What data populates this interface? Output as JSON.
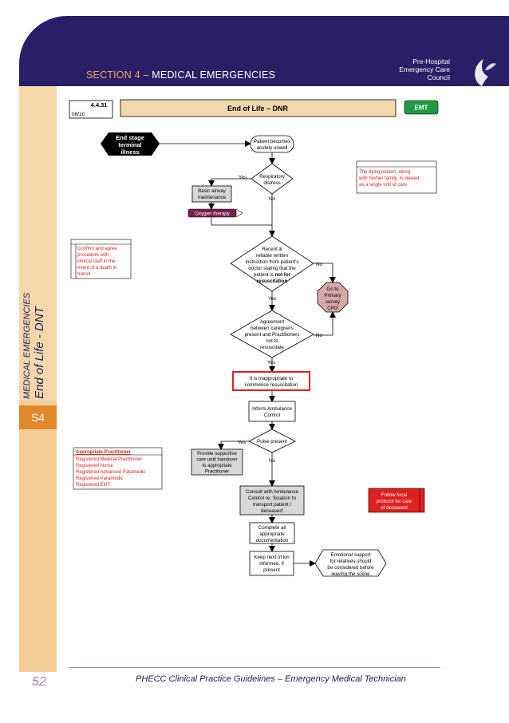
{
  "header": {
    "section_prefix": "SECTION 4",
    "separator": " – ",
    "section_title": "MEDICAL EMERGENCIES",
    "council_lines": [
      "Pre-Hospital",
      "Emergency Care",
      "Council"
    ]
  },
  "sidebar": {
    "category": "MEDICAL EMERGENCIES",
    "topic": "End of Life - DNT",
    "section_code": "S4"
  },
  "title_bar": {
    "cpg_number": "4.4.31",
    "date": "06/10",
    "title": "End of Life – DNR",
    "level": "EMT"
  },
  "nodes": {
    "start": [
      "End stage",
      "terminal",
      "illness"
    ],
    "acutely_unwell": [
      "Patient becomes",
      "acutely unwell"
    ],
    "resp_distress": [
      "Respiratory",
      "distress"
    ],
    "airway": [
      "Basic airway",
      "maintenance"
    ],
    "oxygen": "Oxygen therapy",
    "instruction": [
      "Recent &",
      "reliable written",
      "instruction from patient's",
      "doctor stating that the",
      "patient is "
    ],
    "instruction_bold": [
      "not for",
      "resuscitation"
    ],
    "primary_survey": [
      "Go to",
      "Primary",
      "survey",
      "CPG"
    ],
    "agreement": [
      "Agreement",
      "between caregivers",
      "present and Practitioners",
      "not to",
      "resuscitate"
    ],
    "inappropriate": [
      "It is inappropriate to",
      "commence resuscitation"
    ],
    "inform_control": [
      "Inform Ambulance",
      "Control"
    ],
    "pulse": "Pulse present",
    "supportive_care": [
      "Provide supportive",
      "care until handover",
      "to appropriate",
      "Practitioner"
    ],
    "consult": [
      "Consult with Ambulance",
      "Control re; 'location to",
      "transport patient /",
      "deceased'"
    ],
    "documentation": [
      "Complete all",
      "appropriate",
      "documentation"
    ],
    "next_of_kin": [
      "Keep next of kin",
      "informed, if",
      "present"
    ],
    "emotional_support": [
      "Emotional support",
      "for relatives should",
      "be considered before",
      "leaving the scene"
    ]
  },
  "labels": {
    "yes": "Yes",
    "no": "No"
  },
  "notes": {
    "family": [
      "The dying patient, along",
      "with his/her family, is viewed",
      "as a single unit of care"
    ],
    "confirm": [
      "Confirm and agree",
      "procedure with",
      "clinical staff in the",
      "event of a death in",
      "transit"
    ],
    "practitioner_title": "Appropriate Practitioner",
    "practitioner_list": [
      "Registered Medical Practitioner",
      "Registered Nurse",
      "Registered Advanced Paramedic",
      "Registered Paramedic",
      "Registered EMT"
    ],
    "local_protocol": [
      "Follow local",
      "protocol for care",
      "of deceased"
    ]
  },
  "footer": {
    "page_number": "52",
    "text": "PHECC Clinical Practice Guidelines – Emergency Medical Technician"
  },
  "colors": {
    "header_bg": "#2a1f66",
    "sidebar_bg": "#f3cc98",
    "section_orange": "#e1882a",
    "title_bar_fill": "#f3d8ac",
    "emt_green": "#1f9a40",
    "note_red": "#d62020",
    "oxygen_fill": "#7b1d50"
  }
}
